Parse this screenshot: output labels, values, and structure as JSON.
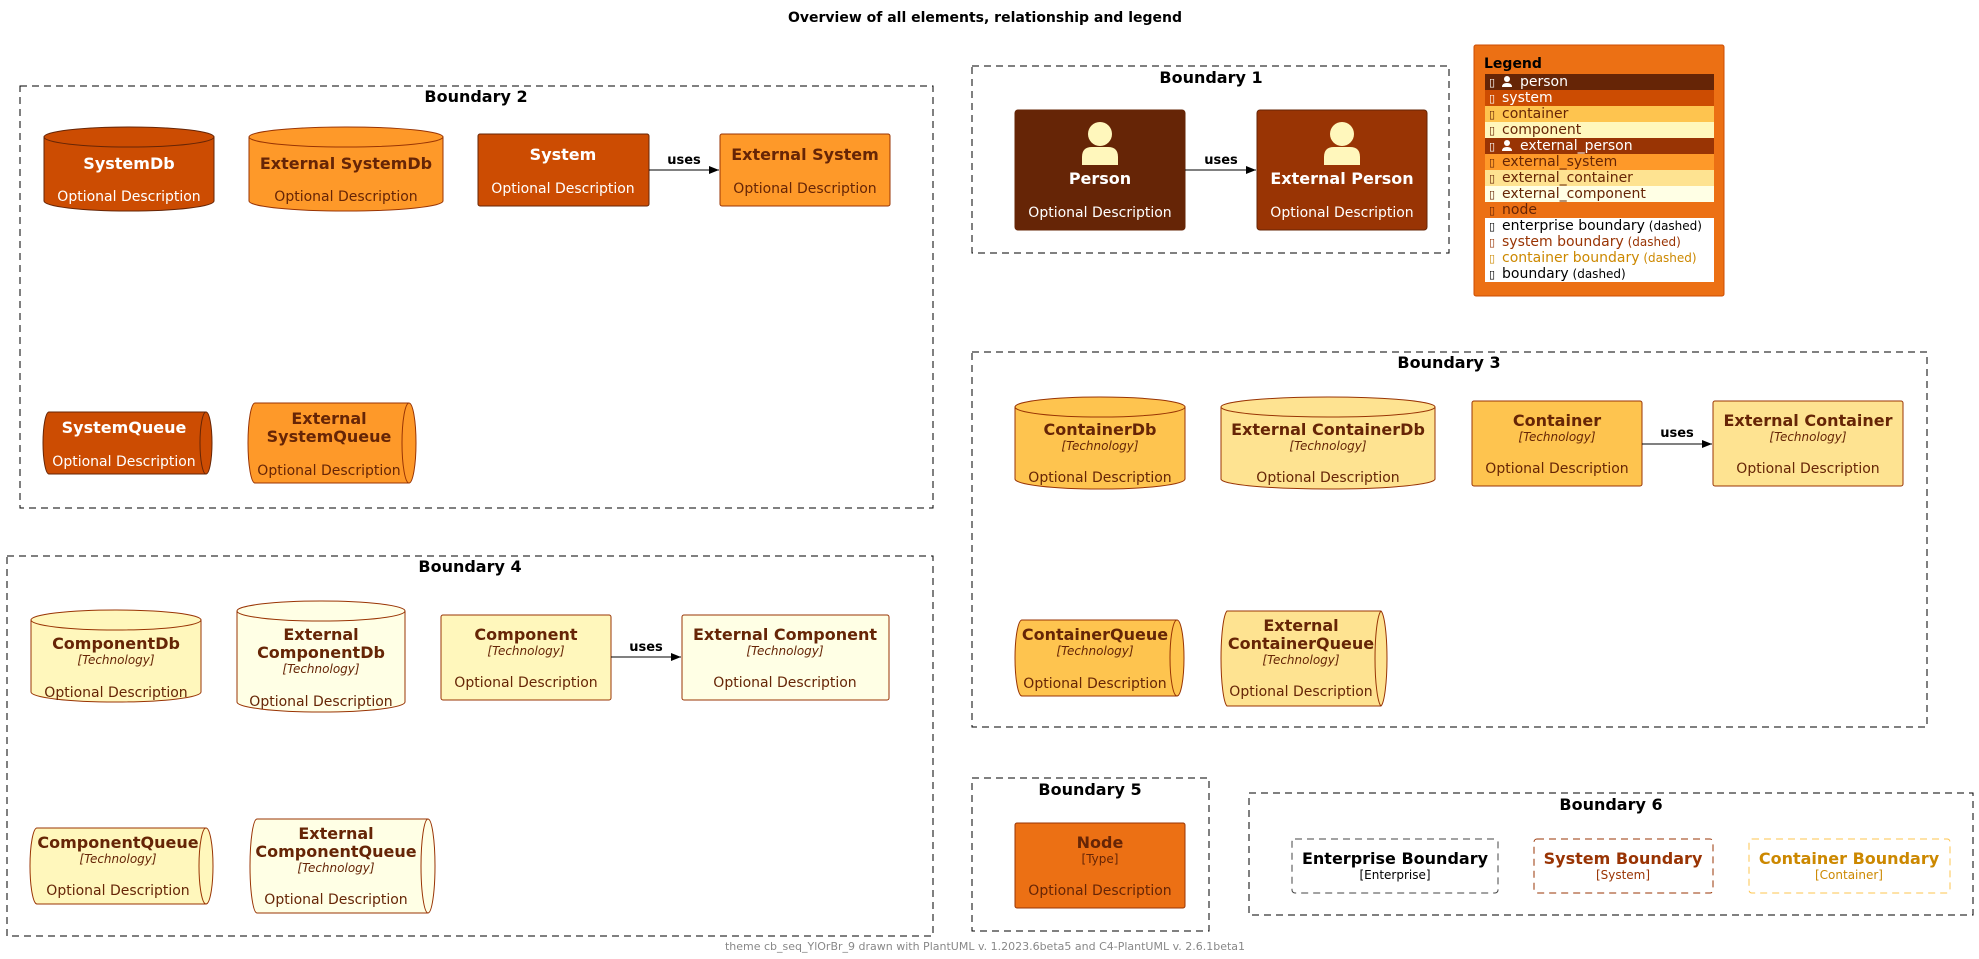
{
  "title": "Overview of all elements, relationship and legend",
  "footer": "theme cb_seq_YlOrBr_9 drawn with PlantUML v. 1.2023.6beta5 and C4-PlantUML v. 2.6.1beta1",
  "colors": {
    "person": "#662506",
    "external_person": "#993404",
    "system": "#CC4C02",
    "external_system": "#FE9929",
    "container": "#FEC44F",
    "external_container": "#FEE391",
    "component": "#FFF7BC",
    "external_component": "#FFFFE5",
    "node": "#EC7014",
    "text_dark": "#662506",
    "system_boundary": "#993404",
    "container_boundary": "#CC8800"
  },
  "relation_label": "uses",
  "elements": {
    "person": {
      "name": "Person",
      "description": "Optional Description"
    },
    "external_person": {
      "name": "External Person",
      "description": "Optional Description"
    },
    "system_db": {
      "name": "SystemDb",
      "description": "Optional Description"
    },
    "external_system_db": {
      "name": "External SystemDb",
      "description": "Optional Description"
    },
    "system": {
      "name": "System",
      "description": "Optional Description"
    },
    "external_system": {
      "name": "External System",
      "description": "Optional Description"
    },
    "system_queue": {
      "name": "SystemQueue",
      "description": "Optional Description"
    },
    "external_system_queue": {
      "name_line1": "External",
      "name_line2": "SystemQueue",
      "description": "Optional Description"
    },
    "container_db": {
      "name": "ContainerDb",
      "technology": "[Technology]",
      "description": "Optional Description"
    },
    "external_container_db": {
      "name": "External ContainerDb",
      "technology": "[Technology]",
      "description": "Optional Description"
    },
    "container": {
      "name": "Container",
      "technology": "[Technology]",
      "description": "Optional Description"
    },
    "external_container": {
      "name": "External Container",
      "technology": "[Technology]",
      "description": "Optional Description"
    },
    "container_queue": {
      "name": "ContainerQueue",
      "technology": "[Technology]",
      "description": "Optional Description"
    },
    "external_container_queue": {
      "name_line1": "External",
      "name_line2": "ContainerQueue",
      "technology": "[Technology]",
      "description": "Optional Description"
    },
    "component_db": {
      "name": "ComponentDb",
      "technology": "[Technology]",
      "description": "Optional Description"
    },
    "external_component_db": {
      "name_line1": "External",
      "name_line2": "ComponentDb",
      "technology": "[Technology]",
      "description": "Optional Description"
    },
    "component": {
      "name": "Component",
      "technology": "[Technology]",
      "description": "Optional Description"
    },
    "external_component": {
      "name": "External Component",
      "technology": "[Technology]",
      "description": "Optional Description"
    },
    "component_queue": {
      "name": "ComponentQueue",
      "technology": "[Technology]",
      "description": "Optional Description"
    },
    "external_component_queue": {
      "name_line1": "External",
      "name_line2": "ComponentQueue",
      "technology": "[Technology]",
      "description": "Optional Description"
    },
    "node": {
      "name": "Node",
      "type": "[Type]",
      "description": "Optional Description"
    },
    "enterprise_boundary": {
      "name": "Enterprise Boundary",
      "type": "[Enterprise]"
    },
    "system_boundary": {
      "name": "System Boundary",
      "type": "[System]"
    },
    "container_boundary": {
      "name": "Container Boundary",
      "type": "[Container]"
    }
  },
  "boundaries": {
    "b1": "Boundary 1",
    "b2": "Boundary 2",
    "b3": "Boundary 3",
    "b4": "Boundary 4",
    "b5": "Boundary 5",
    "b6": "Boundary 6"
  },
  "legend": {
    "title": "Legend",
    "glyph": "▯",
    "items": [
      {
        "label": "person",
        "suffix": ""
      },
      {
        "label": "system",
        "suffix": ""
      },
      {
        "label": "container",
        "suffix": ""
      },
      {
        "label": "component",
        "suffix": ""
      },
      {
        "label": "external_person",
        "suffix": ""
      },
      {
        "label": "external_system",
        "suffix": ""
      },
      {
        "label": "external_container",
        "suffix": ""
      },
      {
        "label": "external_component",
        "suffix": ""
      },
      {
        "label": "node",
        "suffix": ""
      },
      {
        "label": "enterprise boundary",
        "suffix": "(dashed)"
      },
      {
        "label": "system boundary",
        "suffix": "(dashed)"
      },
      {
        "label": "container boundary",
        "suffix": "(dashed)"
      },
      {
        "label": "boundary",
        "suffix": "(dashed)"
      }
    ]
  }
}
